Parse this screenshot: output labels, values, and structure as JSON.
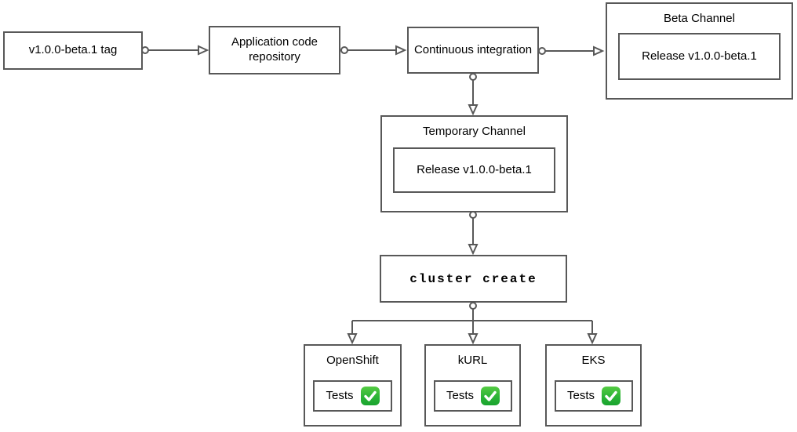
{
  "diagram": {
    "title_meaning": "Beta release CI pipeline flow",
    "nodes": {
      "tag": {
        "label": "v1.0.0-beta.1 tag"
      },
      "repo": {
        "label": "Application code repository"
      },
      "ci": {
        "label": "Continuous integration"
      },
      "beta_channel": {
        "title": "Beta Channel",
        "release_label": "Release v1.0.0-beta.1"
      },
      "temporary_channel": {
        "title": "Temporary Channel",
        "release_label": "Release v1.0.0-beta.1"
      },
      "cluster_create": {
        "label": "cluster create"
      },
      "clusters": [
        {
          "title": "OpenShift",
          "tests_label": "Tests",
          "status_icon": "check-mark-green"
        },
        {
          "title": "kURL",
          "tests_label": "Tests",
          "status_icon": "check-mark-green"
        },
        {
          "title": "EKS",
          "tests_label": "Tests",
          "status_icon": "check-mark-green"
        }
      ]
    },
    "edges": [
      {
        "from": "tag",
        "to": "repo"
      },
      {
        "from": "repo",
        "to": "ci"
      },
      {
        "from": "ci",
        "to": "beta_channel"
      },
      {
        "from": "ci",
        "to": "temporary_channel"
      },
      {
        "from": "temporary_channel",
        "to": "cluster_create"
      },
      {
        "from": "cluster_create",
        "to": "OpenShift"
      },
      {
        "from": "cluster_create",
        "to": "kURL"
      },
      {
        "from": "cluster_create",
        "to": "EKS"
      }
    ],
    "colors": {
      "border": "#585858",
      "connector": "#585858",
      "background": "#ffffff",
      "text": "#000000",
      "check_green_top": "#55cb43",
      "check_green_bottom": "#19a32e",
      "check_mark": "#ffffff"
    }
  }
}
